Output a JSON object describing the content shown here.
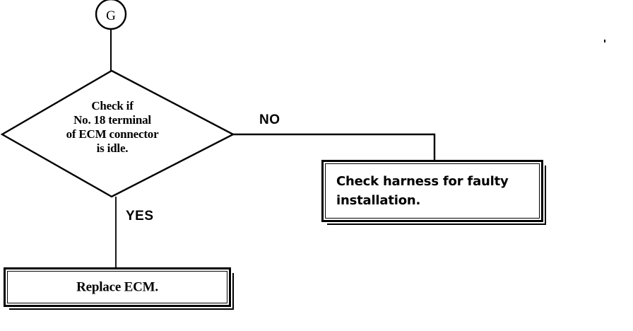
{
  "diagram": {
    "type": "flowchart",
    "title": "ECM terminal check flowchart",
    "background_color": "#ffffff",
    "line_color": "#000000",
    "nodes": {
      "connector_in": {
        "shape": "circle",
        "label": "G"
      },
      "decision": {
        "shape": "diamond",
        "lines": [
          "Check if",
          "No. 18 terminal",
          "of ECM connector",
          "is idle."
        ],
        "text": "Check if No. 18 terminal of ECM connector is idle."
      },
      "process_no": {
        "shape": "double-rectangle",
        "lines": [
          "Check harness for faulty",
          "installation."
        ],
        "text": "Check harness for faulty installation.",
        "align": "left"
      },
      "process_yes": {
        "shape": "double-rectangle",
        "lines": [
          "Replace ECM."
        ],
        "text": "Replace ECM.",
        "align": "center"
      }
    },
    "edges": {
      "no_label": "NO",
      "yes_label": "YES"
    }
  }
}
